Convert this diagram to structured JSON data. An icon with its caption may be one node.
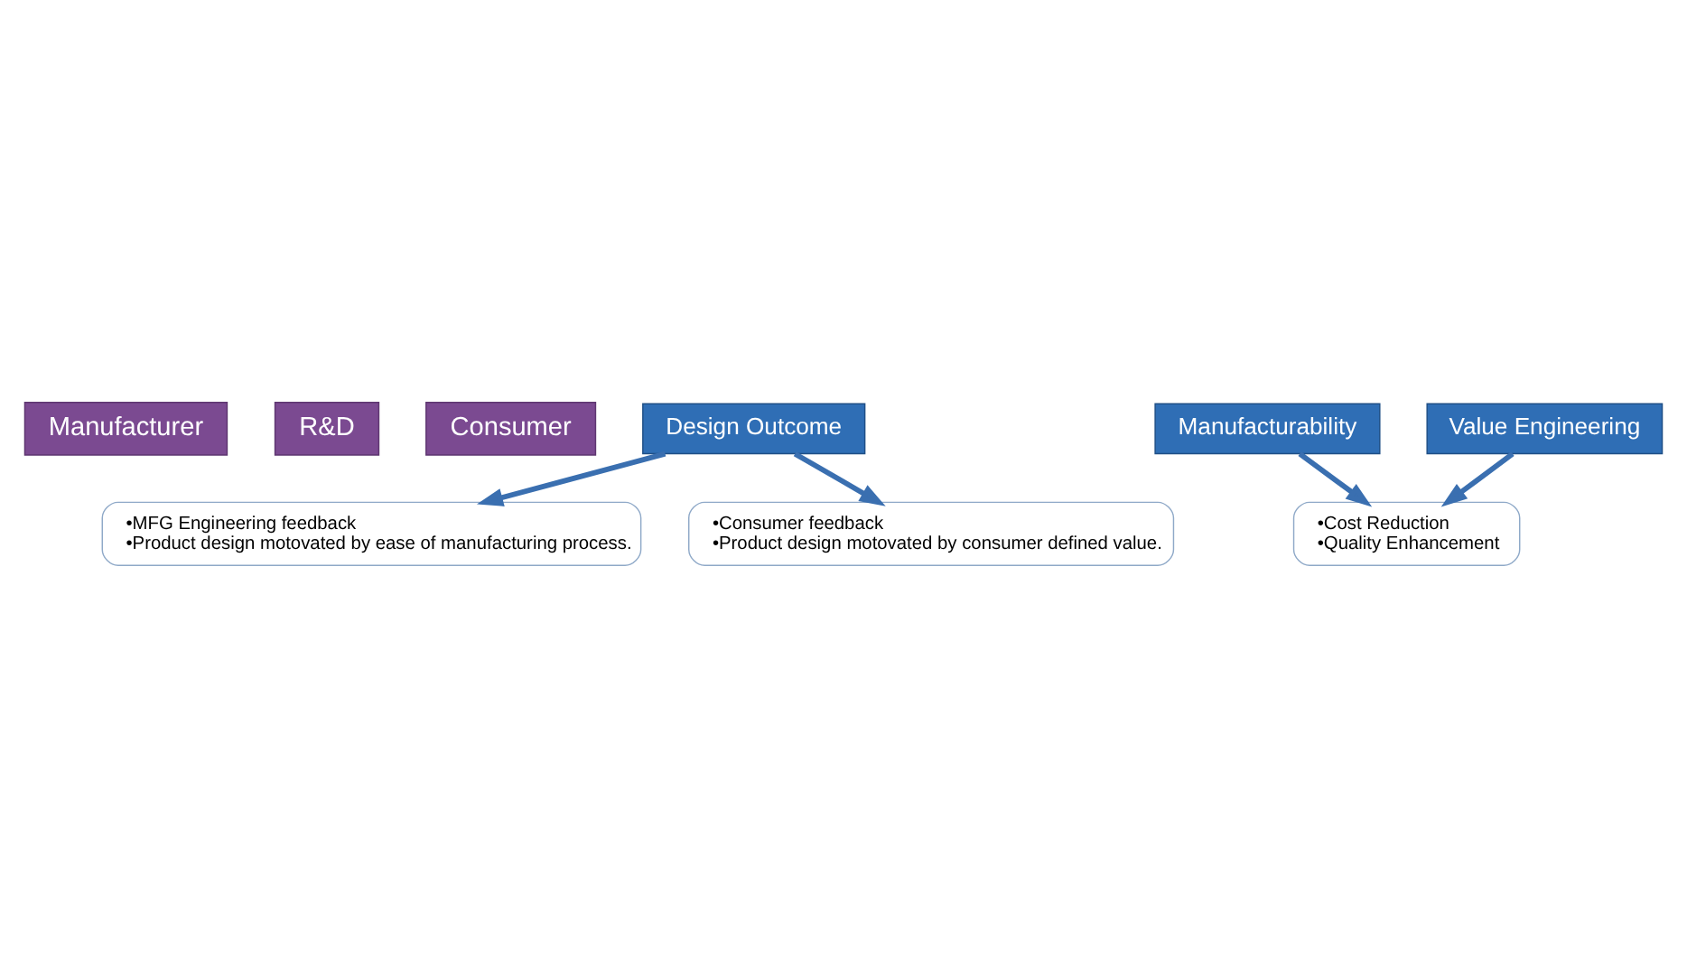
{
  "diagram": {
    "nodes": [
      {
        "text": [
          "Manufacturer"
        ]
      },
      {
        "text": [
          "R&D"
        ]
      },
      {
        "text": [
          "Consumer"
        ]
      },
      {
        "text": [
          "•MFG Engineering feedback",
          "•Product design motovated by ease of manufacturing process."
        ]
      },
      {
        "text": [
          "Design Outcome"
        ]
      },
      {
        "text": [
          "•Cost Reduction",
          "•Quality Enhancement"
        ]
      },
      {
        "text": [
          "•Consumer feedback",
          "•Product design motovated by consumer defined value."
        ]
      },
      {
        "text": [
          "Manufacturability"
        ]
      },
      {
        "text": [
          "Value Engineering"
        ]
      }
    ],
    "edges": [
      {
        "from": 4,
        "to": 3,
        "arrow": "to"
      },
      {
        "from": 4,
        "to": 6,
        "arrow": "to"
      },
      {
        "from": 7,
        "to": 5,
        "arrow": "to"
      },
      {
        "from": 8,
        "to": 5,
        "arrow": "to"
      }
    ]
  }
}
